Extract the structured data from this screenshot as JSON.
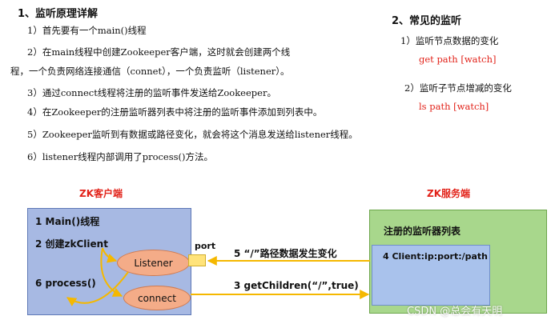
{
  "section1": {
    "title": "1、监听原理详解",
    "lines": [
      "1）首先要有一个main()线程",
      "2）在main线程中创建Zookeeper客户端，这时就会创建两个线",
      "程，一个负责网络连接通信（connet），一个负责监听（listener）。",
      "3）通过connect线程将注册的监听事件发送给Zookeeper。",
      "4）在Zookeeper的注册监听器列表中将注册的监听事件添加到列表中。",
      "5）Zookeeper监听到有数据或路径变化，就会将这个消息发送给listener线程。",
      "6）listener线程内部调用了process()方法。"
    ]
  },
  "section2": {
    "title": "2、常见的监听",
    "item1": "1）监听节点数据的变化",
    "cmd1": "get path [watch]",
    "item2": "2）监听子节点增减的变化",
    "cmd2": "ls path [watch]"
  },
  "diagram": {
    "client_title": "ZK客户端",
    "server_title": "ZK服务端",
    "client_items": [
      "1 Main()线程",
      "2 创建zkClient",
      "6 process()"
    ],
    "listener_label": "Listener",
    "connect_label": "connect",
    "port_label": "port",
    "server_list_title": "注册的监听器列表",
    "server_entry": "4 Client:ip:port:/path",
    "arrow_change": "5 “/”路径数据发生变化",
    "arrow_getchildren": "3 getChildren(“/”,true)"
  },
  "watermark": "CSDN @总会有天明",
  "colors": {
    "red": "#e2231a",
    "client_bg": "#a7b9e3",
    "server_bg": "#a8d78c",
    "server_inner_bg": "#a9c2ec",
    "oval_bg": "#f4ac88",
    "port_bg": "#ffe37a",
    "arrow": "#f5b800"
  }
}
